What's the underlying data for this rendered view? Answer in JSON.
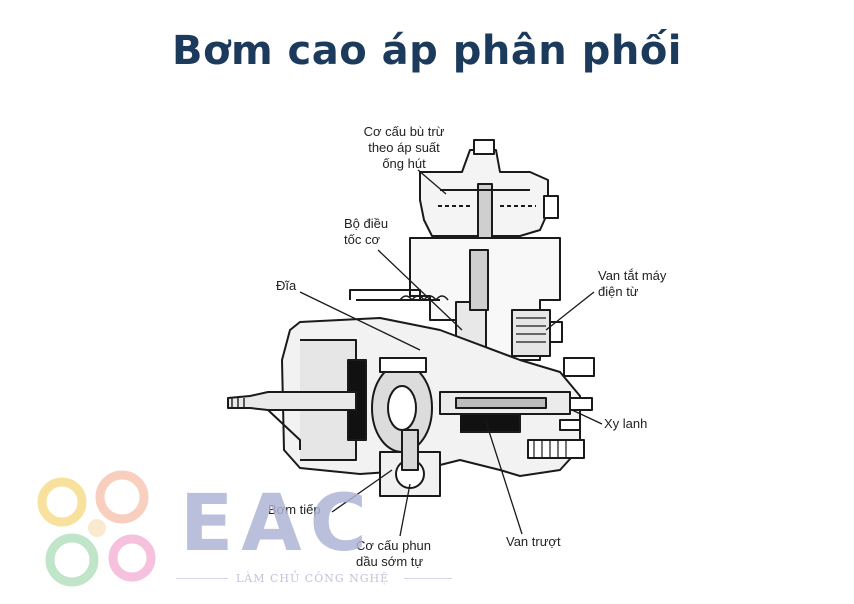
{
  "title": "Bơm cao áp phân phối",
  "labels": {
    "compensator": "Cơ cấu bù trừ\ntheo áp suất\nống hút",
    "governor": "Bộ điều\ntốc cơ",
    "disc": "Đĩa",
    "solenoid": "Van tắt máy\nđiện từ",
    "cylinder": "Xy lanh",
    "feed_pump": "Bơm tiếp",
    "timer": "Cơ cấu phun\ndầu sớm tự",
    "slide_valve": "Van trượt"
  },
  "watermark": {
    "brand": "EAC",
    "tagline": "LÀM CHỦ CÔNG NGHỆ"
  },
  "colors": {
    "title": "#1b3a5c",
    "ink": "#1a1a1a",
    "watermark": "#aeb4d6"
  }
}
